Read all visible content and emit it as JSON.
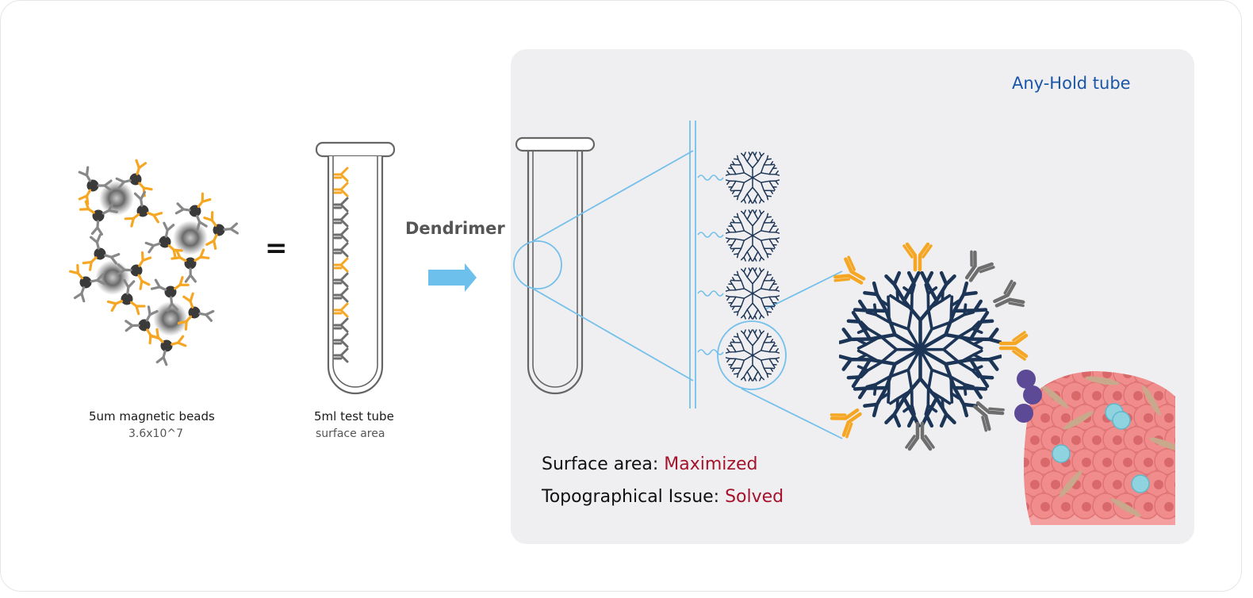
{
  "beads": {
    "label": "5um magnetic beads",
    "sub": "3.6x10^7"
  },
  "equals": "=",
  "tube": {
    "label": "5ml test tube",
    "sub": "surface area"
  },
  "arrow_label": "Dendrimer",
  "panel": {
    "title": "Any-Hold tube",
    "line1_prefix": "Surface area: ",
    "line1_value": "Maximized",
    "line2_prefix": "Topographical Issue: ",
    "line2_value": "Solved"
  },
  "colors": {
    "antibody_orange": "#f5a623",
    "antibody_gray": "#6e6e6e",
    "dendrimer_navy": "#1c3557",
    "guide_blue": "#74c0ea",
    "arrow_blue": "#6ec0ec",
    "title_blue": "#1a56a8",
    "accent_red": "#a5122b",
    "panel_bg": "#efeff1",
    "tissue_pink": "#f08c8c",
    "cell_purple": "#5c4a96"
  },
  "icons": [
    "magnetic-bead-icon",
    "antibody-icon",
    "test-tube-icon",
    "arrow-right-icon",
    "dendrimer-icon",
    "tumor-tissue-icon"
  ]
}
